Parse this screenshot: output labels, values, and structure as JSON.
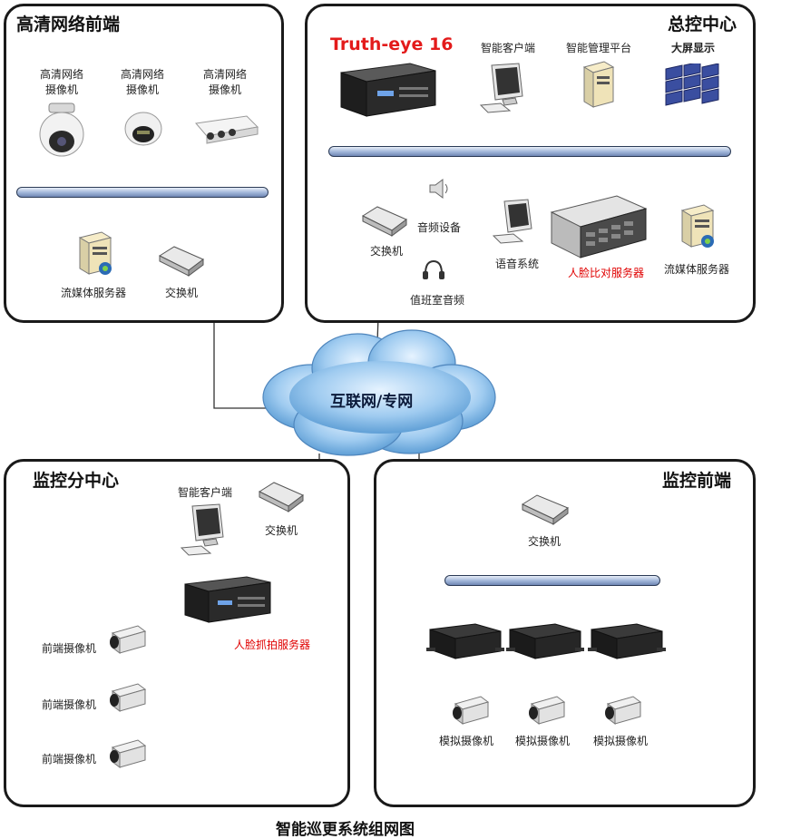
{
  "caption": "智能巡更系统组网图",
  "panels": {
    "hd_frontend": {
      "title": "高清网络前端",
      "camera1": "高清网络\n摄像机",
      "camera2": "高清网络\n摄像机",
      "camera3": "高清网络\n摄像机",
      "media_server": "流媒体服务器",
      "switch": "交换机"
    },
    "control_center": {
      "title": "总控中心",
      "brand": "Truth-eye 16",
      "smart_client": "智能客户端",
      "mgmt_platform": "智能管理平台",
      "big_screen": "大屏显示",
      "switch": "交换机",
      "audio_device": "音频设备",
      "voice_system": "语音系统",
      "face_compare_server": "人脸比对服务器",
      "media_server": "流媒体服务器",
      "duty_room_audio": "值班室音频"
    },
    "sub_center": {
      "title": "监控分中心",
      "smart_client": "智能客户端",
      "switch": "交换机",
      "face_capture_server": "人脸抓拍服务器",
      "cam1": "前端摄像机",
      "cam2": "前端摄像机",
      "cam3": "前端摄像机"
    },
    "monitor_frontend": {
      "title": "监控前端",
      "switch": "交换机",
      "cam1": "模拟摄像机",
      "cam2": "模拟摄像机",
      "cam3": "模拟摄像机"
    }
  },
  "cloud": {
    "label": "互联网/专网"
  },
  "colors": {
    "link": "#2a2a9a",
    "audio_link": "#22aa22",
    "wire": "#333333",
    "accent_red": "#e31b1b"
  }
}
